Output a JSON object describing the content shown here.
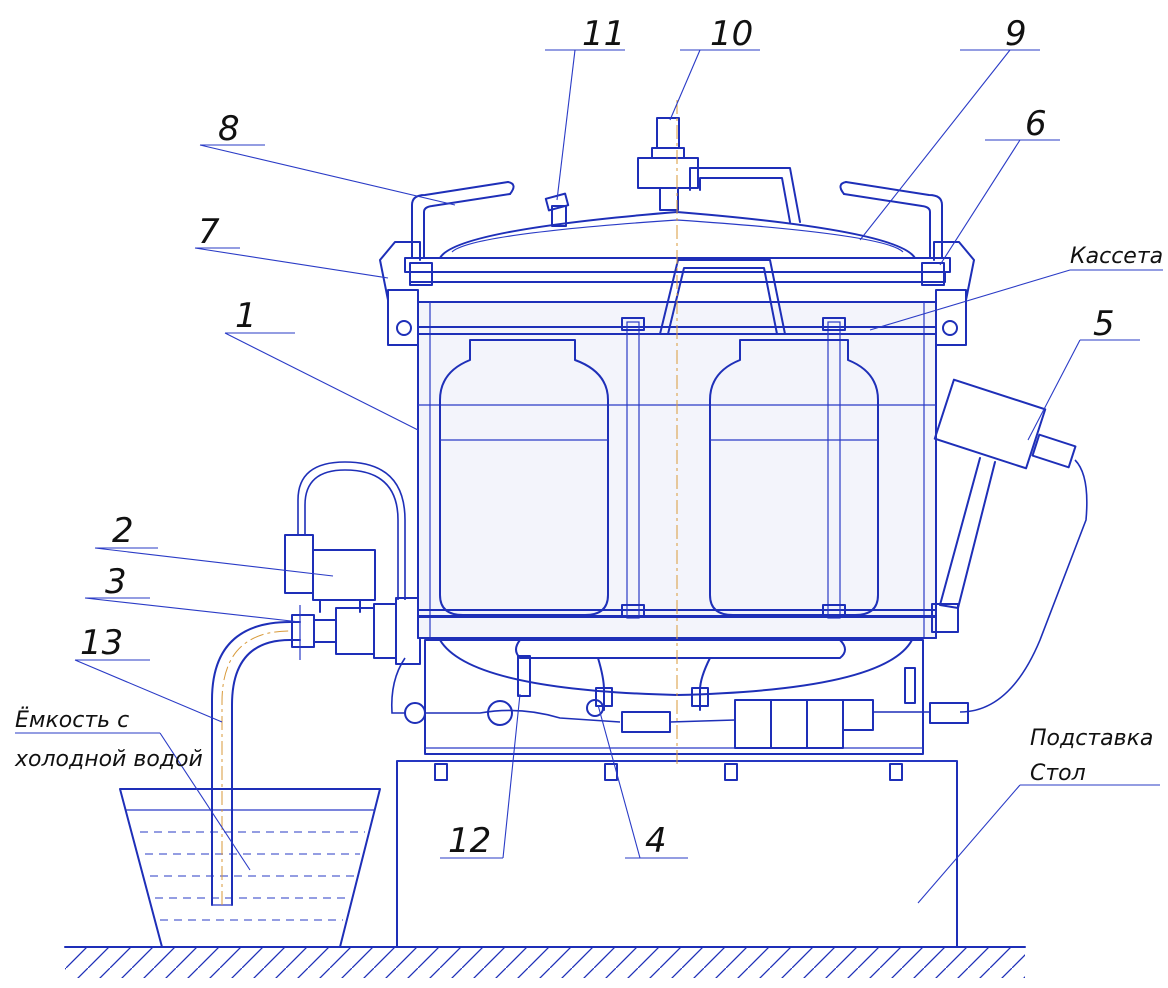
{
  "callouts": {
    "c1": "1",
    "c2": "2",
    "c3": "3",
    "c4": "4",
    "c5": "5",
    "c6": "6",
    "c7": "7",
    "c8": "8",
    "c9": "9",
    "c10": "10",
    "c11": "11",
    "c12": "12",
    "c13": "13"
  },
  "labels": {
    "cassette": "Кассета",
    "tank_line1": "Ёмкость с",
    "tank_line2": "холодной водой",
    "stand_line1": "Подставка",
    "stand_line2": "Стол"
  },
  "colors": {
    "line": "#1e2fb8",
    "axis": "#d89a3a"
  }
}
